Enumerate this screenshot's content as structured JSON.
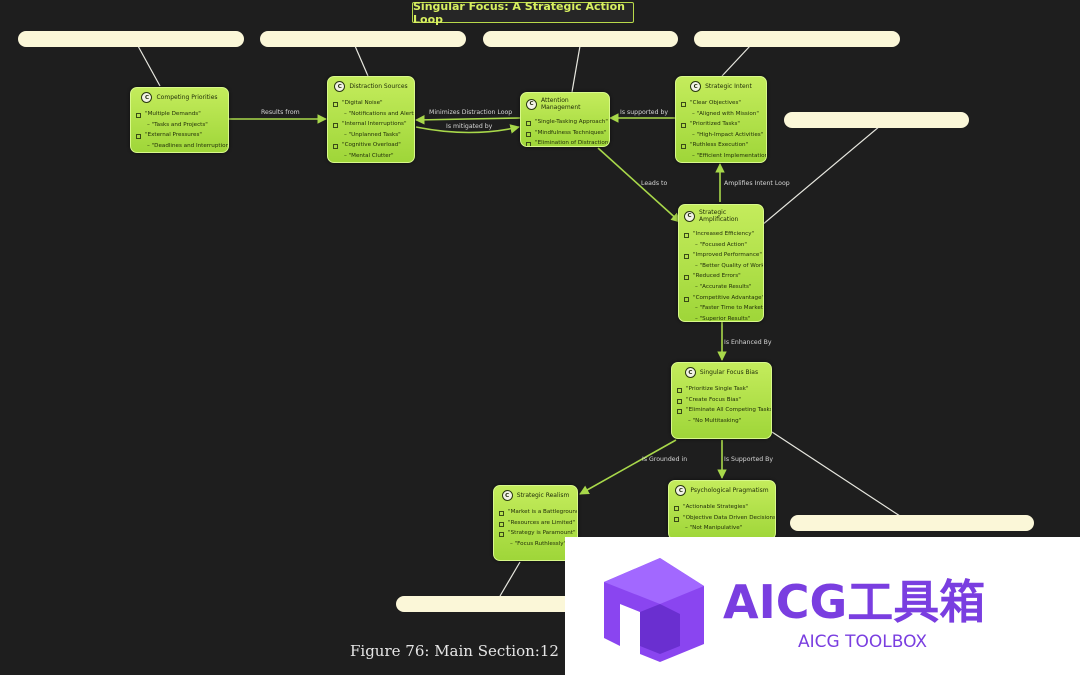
{
  "title": "Singular Focus: A Strategic Action Loop",
  "caption": "Figure 76: Main Section:12",
  "watermark": {
    "brand": "AICG工具箱",
    "sub": "AICG TOOLBOX"
  },
  "nodes": [
    {
      "id": "competing",
      "badge": "C",
      "title": "Competing Priorities",
      "items": [
        {
          "t": "\"Multiple Demands\"",
          "sub": false
        },
        {
          "t": "\"Tasks and Projects\"",
          "sub": true
        },
        {
          "t": "\"External Pressures\"",
          "sub": false
        },
        {
          "t": "\"Deadlines and Interruptions\"",
          "sub": true
        }
      ]
    },
    {
      "id": "distraction",
      "badge": "C",
      "title": "Distraction Sources",
      "items": [
        {
          "t": "\"Digital Noise\"",
          "sub": false
        },
        {
          "t": "\"Notifications and Alerts\"",
          "sub": true
        },
        {
          "t": "\"Internal Interruptions\"",
          "sub": false
        },
        {
          "t": "\"Unplanned Tasks\"",
          "sub": true
        },
        {
          "t": "\"Cognitive Overload\"",
          "sub": false
        },
        {
          "t": "\"Mental Clutter\"",
          "sub": true
        }
      ]
    },
    {
      "id": "attention",
      "badge": "C",
      "title": "Attention Management",
      "items": [
        {
          "t": "\"Single-Tasking Approach\"",
          "sub": false
        },
        {
          "t": "\"Mindfulness Techniques\"",
          "sub": false
        },
        {
          "t": "\"Elimination of Distractions\"",
          "sub": false
        }
      ]
    },
    {
      "id": "intent",
      "badge": "C",
      "title": "Strategic Intent",
      "items": [
        {
          "t": "\"Clear Objectives\"",
          "sub": false
        },
        {
          "t": "\"Aligned with Mission\"",
          "sub": true
        },
        {
          "t": "\"Prioritized Tasks\"",
          "sub": false
        },
        {
          "t": "\"High-Impact Activities\"",
          "sub": true
        },
        {
          "t": "\"Ruthless Execution\"",
          "sub": false
        },
        {
          "t": "\"Efficient Implementation\"",
          "sub": true
        }
      ]
    },
    {
      "id": "amplification",
      "badge": "C",
      "title": "Strategic Amplification",
      "items": [
        {
          "t": "\"Increased Efficiency\"",
          "sub": false
        },
        {
          "t": "\"Focused Action\"",
          "sub": true
        },
        {
          "t": "\"Improved Performance\"",
          "sub": false
        },
        {
          "t": "\"Better Quality of Work\"",
          "sub": true
        },
        {
          "t": "\"Reduced Errors\"",
          "sub": false
        },
        {
          "t": "\"Accurate Results\"",
          "sub": true
        },
        {
          "t": "\"Competitive Advantage\"",
          "sub": false
        },
        {
          "t": "\"Faster Time to Market\"",
          "sub": true
        },
        {
          "t": "\"Superior Results\"",
          "sub": true
        }
      ]
    },
    {
      "id": "bias",
      "badge": "C",
      "title": "Singular Focus Bias",
      "items": [
        {
          "t": "\"Prioritize Single Task\"",
          "sub": false
        },
        {
          "t": "\"Create Focus Bias\"",
          "sub": false
        },
        {
          "t": "\"Eliminate All Competing Tasks\"",
          "sub": false
        },
        {
          "t": "\"No Multitasking\"",
          "sub": true
        }
      ]
    },
    {
      "id": "realism",
      "badge": "C",
      "title": "Strategic Realism",
      "items": [
        {
          "t": "\"Market is a Battleground\"",
          "sub": false
        },
        {
          "t": "\"Resources are Limited\"",
          "sub": false
        },
        {
          "t": "\"Strategy is Paramount\"",
          "sub": false
        },
        {
          "t": "\"Focus Ruthlessly\"",
          "sub": true
        }
      ]
    },
    {
      "id": "pragmatism",
      "badge": "C",
      "title": "Psychological Pragmatism",
      "items": [
        {
          "t": "\"Actionable Strategies\"",
          "sub": false
        },
        {
          "t": "\"Objective Data Driven Decisions\"",
          "sub": false
        },
        {
          "t": "\"Not Manipulative\"",
          "sub": true
        }
      ]
    }
  ],
  "edge_labels": [
    {
      "id": "results-from",
      "text": "Results from"
    },
    {
      "id": "minimizes",
      "text": "Minimizes Distraction Loop"
    },
    {
      "id": "mitigated",
      "text": "Is mitigated by"
    },
    {
      "id": "supported",
      "text": "Is supported by"
    },
    {
      "id": "leads",
      "text": "Leads to"
    },
    {
      "id": "amplifies",
      "text": "Amplifies Intent Loop"
    },
    {
      "id": "enhanced",
      "text": "Is Enhanced By"
    },
    {
      "id": "grounded",
      "text": "Is Grounded in"
    },
    {
      "id": "supported-by",
      "text": "Is Supported By"
    }
  ],
  "colors": {
    "node_fill": "#b3e34b",
    "edge": "#a8d84a",
    "note": "#fbf7d8",
    "background": "#1e1e1e"
  }
}
